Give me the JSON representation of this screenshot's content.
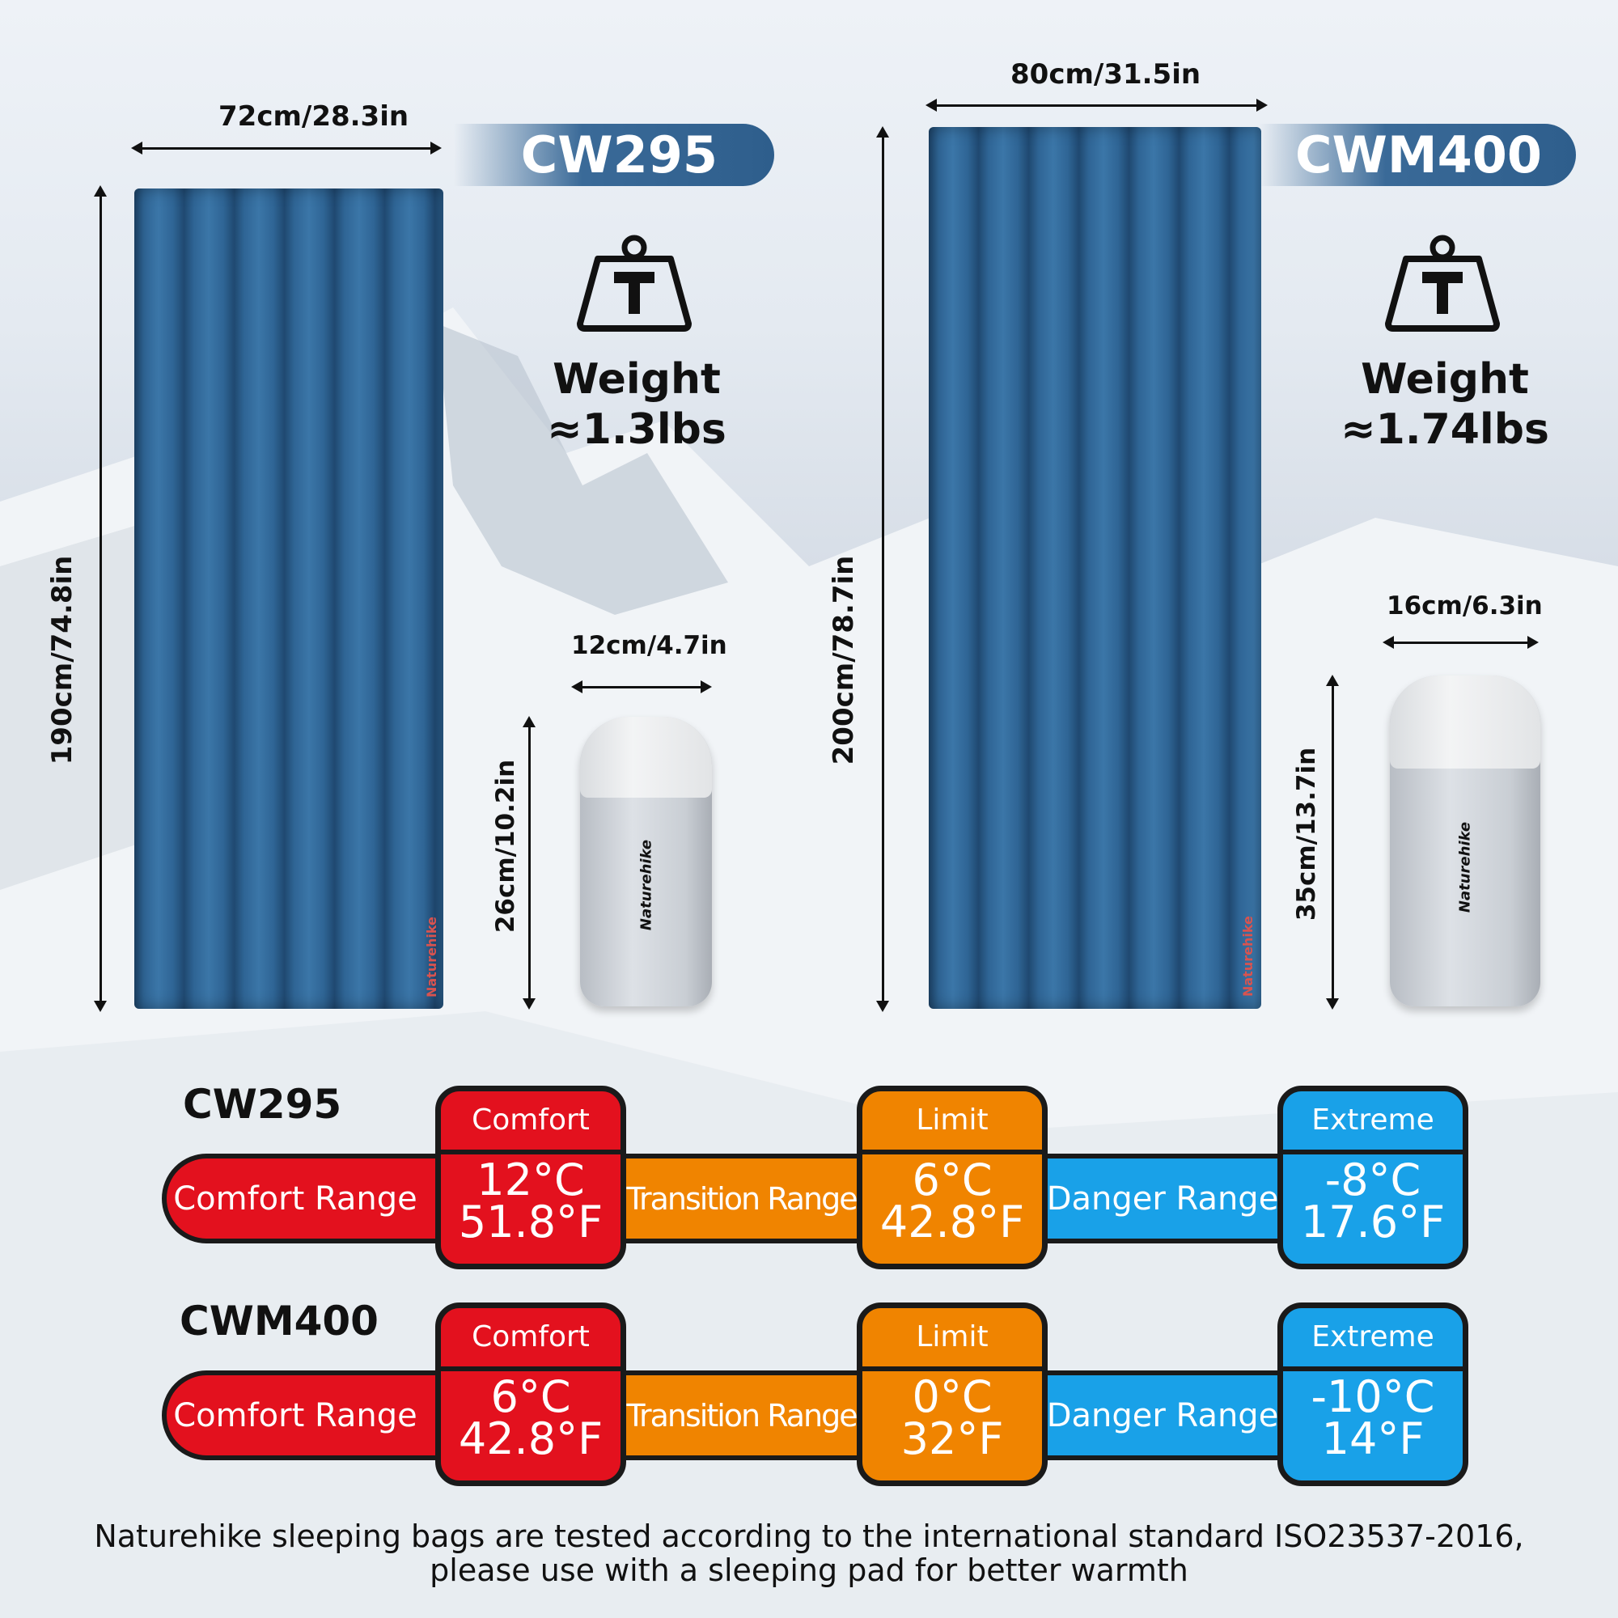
{
  "products": [
    {
      "model": "CW295",
      "width": "72cm/28.3in",
      "length": "190cm/74.8in",
      "weight_label": "Weight",
      "weight": "≈1.3lbs",
      "pack_width": "12cm/4.7in",
      "pack_height": "26cm/10.2in",
      "brand": "Naturehike"
    },
    {
      "model": "CWM400",
      "width": "80cm/31.5in",
      "length": "200cm/78.7in",
      "weight_label": "Weight",
      "weight": "≈1.74lbs",
      "pack_width": "16cm/6.3in",
      "pack_height": "35cm/13.7in",
      "brand": "Naturehike"
    }
  ],
  "temperature": {
    "ranges": {
      "comfort": "Comfort Range",
      "transition": "Transition Range",
      "danger": "Danger Range"
    },
    "headers": {
      "comfort": "Comfort",
      "limit": "Limit",
      "extreme": "Extreme"
    },
    "rows": [
      {
        "model": "CW295",
        "comfort_c": "12°C",
        "comfort_f": "51.8°F",
        "limit_c": "6°C",
        "limit_f": "42.8°F",
        "extreme_c": "-8°C",
        "extreme_f": "17.6°F"
      },
      {
        "model": "CWM400",
        "comfort_c": "6°C",
        "comfort_f": "42.8°F",
        "limit_c": "0°C",
        "limit_f": "32°F",
        "extreme_c": "-10°C",
        "extreme_f": "14°F"
      }
    ],
    "colors": {
      "comfort": "#e3111e",
      "limit": "#f08400",
      "extreme": "#19a1e8"
    }
  },
  "footer": {
    "line1": "Naturehike sleeping bags are tested according to the international standard ISO23537-2016,",
    "line2": "please use with a sleeping pad for better warmth"
  }
}
